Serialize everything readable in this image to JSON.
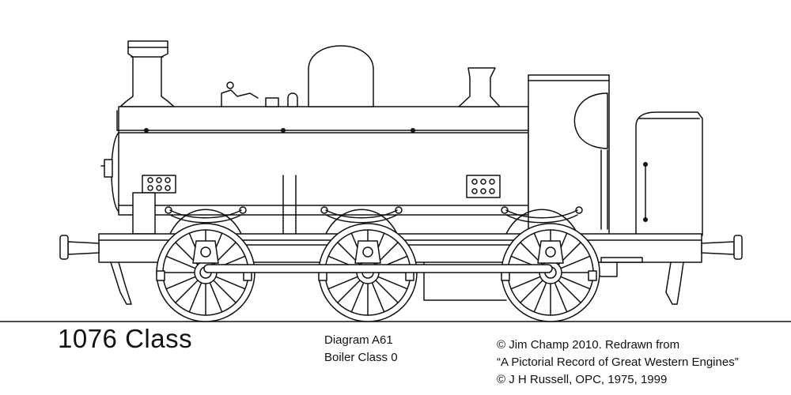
{
  "title": "1076 Class",
  "diagram_lines": [
    "Diagram A61",
    "Boiler Class 0"
  ],
  "credit_lines": [
    "© Jim Champ 2010. Redrawn from",
    "“A Pictorial Record of Great Western Engines”",
    "© J H Russell, OPC, 1975, 1999"
  ],
  "colors": {
    "line": "#111111",
    "background": "#ffffff"
  }
}
